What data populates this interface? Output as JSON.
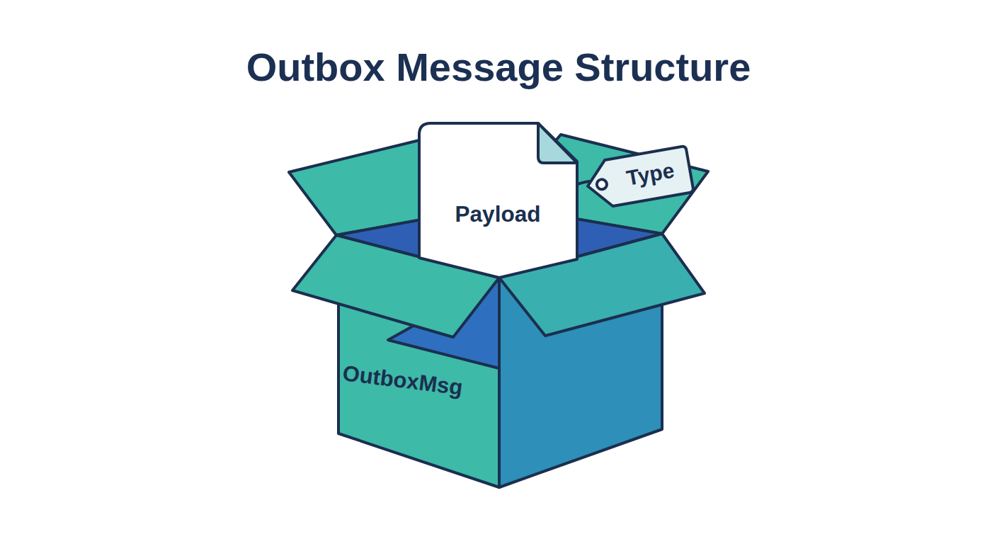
{
  "diagram": {
    "title": "Outbox Message Structure",
    "nodes": [
      {
        "text": [
          "OutboxMsg"
        ]
      },
      {
        "text": [
          "Payload"
        ],
        "in": 0
      },
      {
        "text": [
          "Type"
        ],
        "in": 0
      }
    ],
    "edges": [
      {
        "from": 1,
        "to": 2,
        "arrow": "none"
      }
    ]
  }
}
